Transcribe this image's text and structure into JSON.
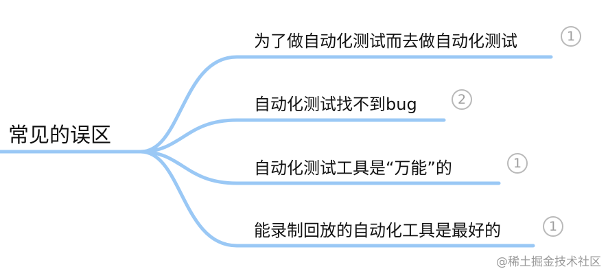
{
  "mindmap": {
    "root": {
      "label": "常见的误区"
    },
    "branches": [
      {
        "label": "为了做自动化测试而去做自动化测试",
        "count": "1"
      },
      {
        "label": "自动化测试找不到bug",
        "count": "2"
      },
      {
        "label": "自动化测试工具是“万能”的",
        "count": "1"
      },
      {
        "label": "能录制回放的自动化工具是最好的",
        "count": "1"
      }
    ]
  },
  "watermark": "@稀土掘金技术社区",
  "colors": {
    "line": "#9ac8f5",
    "badge_border": "#b9b9b9",
    "text": "#111111"
  }
}
